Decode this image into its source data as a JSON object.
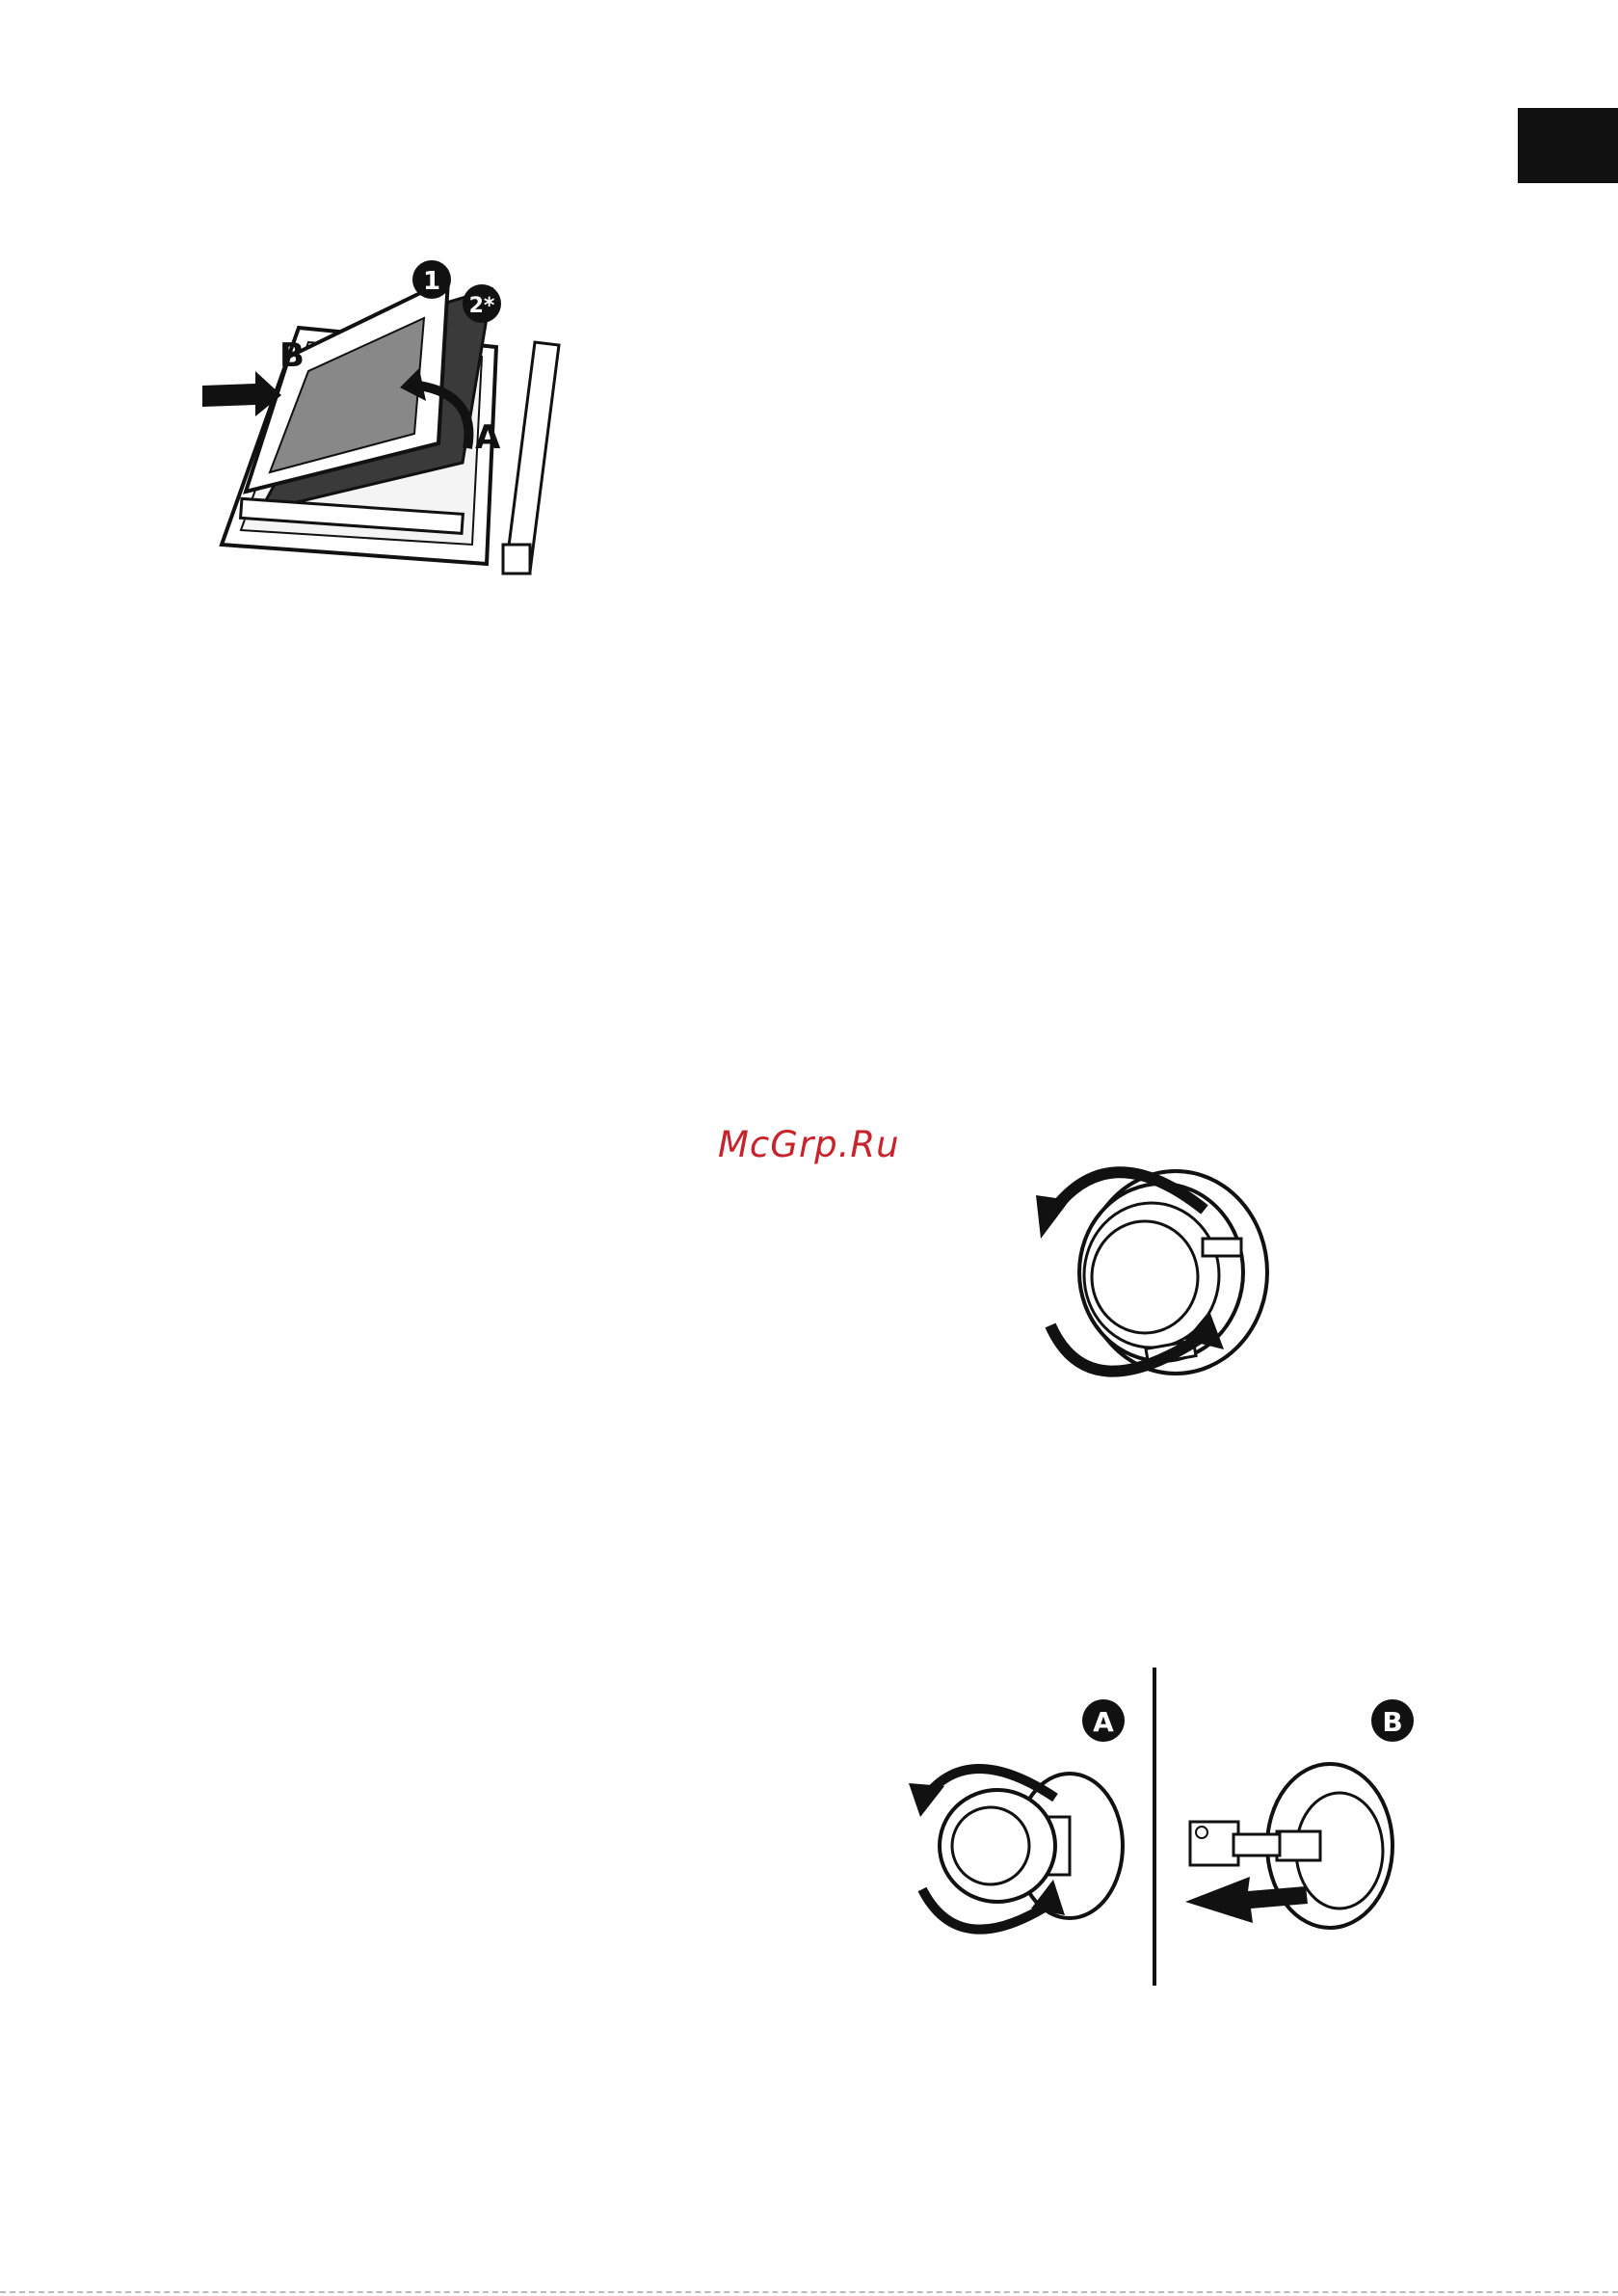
{
  "watermark": {
    "text": "McGrp.Ru",
    "color": "#c8232b"
  },
  "figure_door": {
    "labels": {
      "a": "A",
      "b": "B",
      "one": "1",
      "two": "2*"
    }
  },
  "figure_lamp_cover": {},
  "figure_lamp_replace": {
    "labels": {
      "a": "A",
      "b": "B"
    }
  },
  "icons": [
    "rotate-arrow-icon",
    "push-arrow-icon",
    "pull-arrow-icon"
  ]
}
